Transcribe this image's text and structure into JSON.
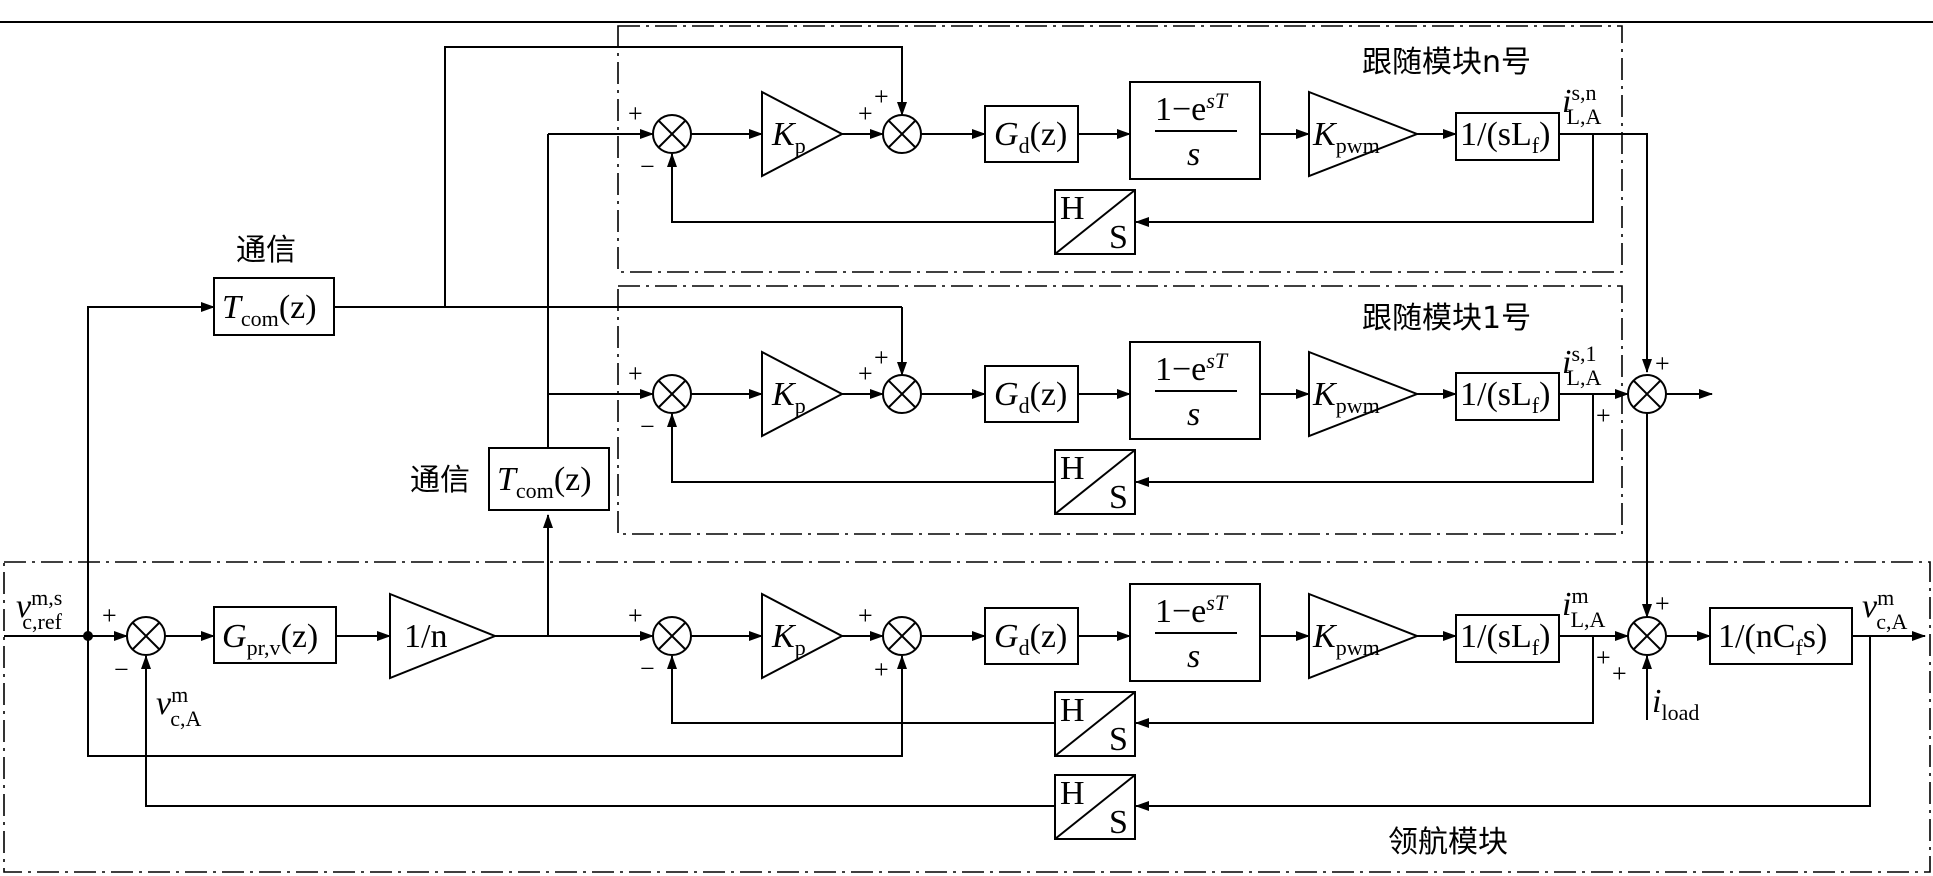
{
  "labels": {
    "follower_n": "跟随模块n号",
    "follower_1": "跟随模块1号",
    "leader": "领航模块",
    "comm_top": "通信",
    "comm_mid": "通信"
  },
  "blocks": {
    "tcom": {
      "base": "T",
      "sub": "com",
      "tail": "(z)"
    },
    "kp": {
      "base": "K",
      "sub": "p"
    },
    "gd": {
      "base": "G",
      "sub": "d",
      "tail": "(z)"
    },
    "zoh_num": "1−e",
    "zoh_exp": "sT",
    "zoh_den": "s",
    "kpwm": {
      "base": "K",
      "sub": "pwm"
    },
    "plant_L": "1/(sL",
    "plant_L_sub": "f",
    "plant_L_tail": ")",
    "hs_h": "H",
    "hs_s": "S",
    "gpr": {
      "base": "G",
      "sub": "pr,v",
      "tail": "(z)"
    },
    "one_over_n": "1/n",
    "plant_C": "1/(nC",
    "plant_C_sub": "f",
    "plant_C_tail": "s)"
  },
  "signals": {
    "v_ref": {
      "base": "v",
      "sup": "m,s",
      "sub": "c,ref"
    },
    "v_fb": {
      "base": "v",
      "sup": "m",
      "sub": "c,A"
    },
    "v_out": {
      "base": "v",
      "sup": "m",
      "sub": "c,A"
    },
    "i_n": {
      "base": "i",
      "sup": "s,n",
      "sub": "L,A"
    },
    "i_1": {
      "base": "i",
      "sup": "s,1",
      "sub": "L,A"
    },
    "i_m": {
      "base": "i",
      "sup": "m",
      "sub": "L,A"
    },
    "i_load": {
      "base": "i",
      "sub": "load"
    }
  },
  "signs": {
    "plus": "+",
    "minus": "−"
  }
}
